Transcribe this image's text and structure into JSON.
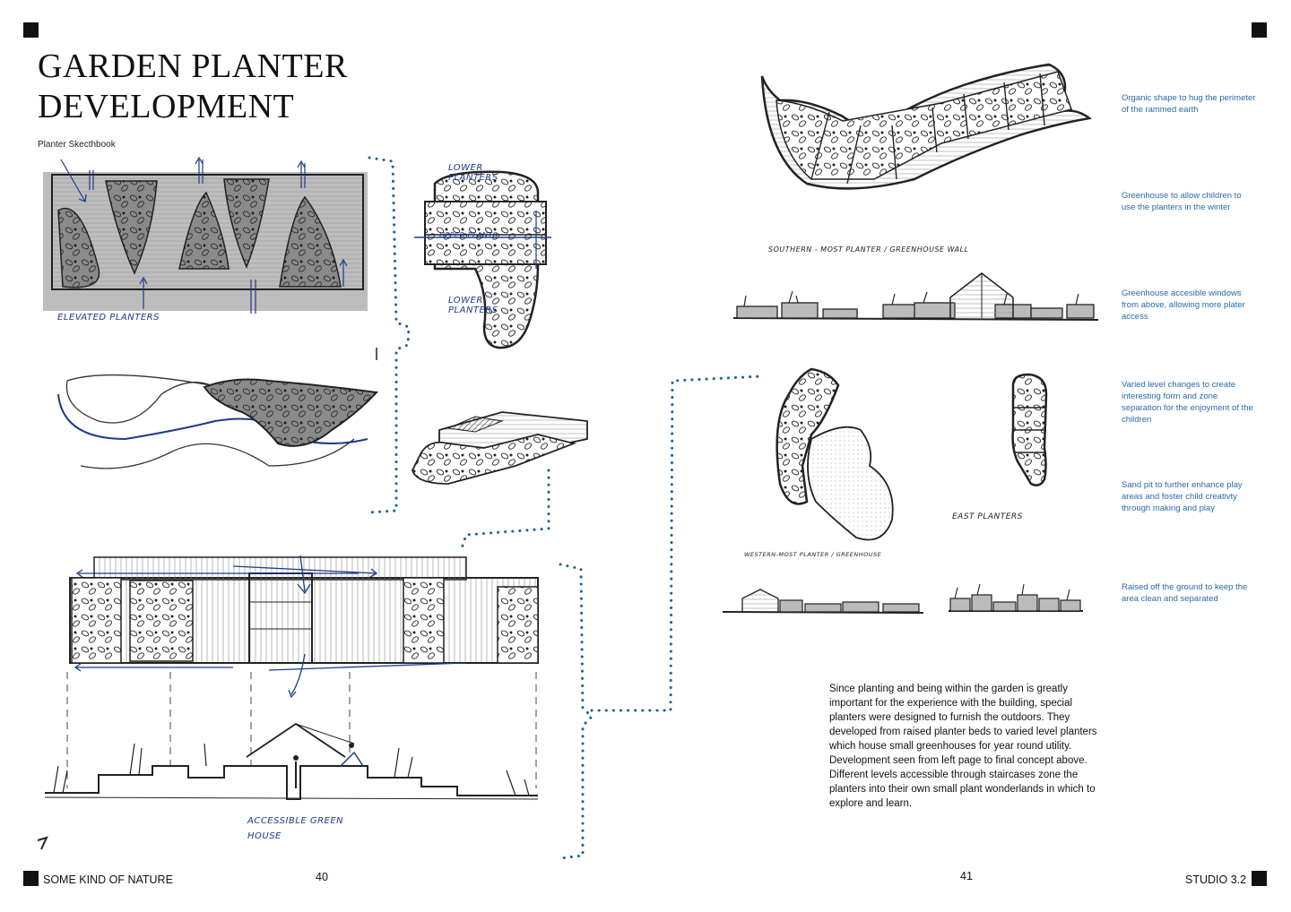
{
  "page": {
    "title_line1": "GARDEN PLANTER",
    "title_line2": "DEVELOPMENT",
    "subtitle": "Planter Skecthbook"
  },
  "sketch_labels": {
    "elevated_planters": "ELEVATED PLANTERS",
    "lower_planters_top": "LOWER PLANTERS",
    "upper_plants": "UPPER PLANTS",
    "lower_planters_bottom": "LOWER PLANTERS",
    "accessible_green_house": "ACCESSIBLE GREEN HOUSE",
    "southern_planter": "SOUTHERN - MOST PLANTER / GREENHOUSE WALL",
    "east_planters": "EAST PLANTERS",
    "western_planter": "WESTERN-MOST PLANTER / GREENHOUSE"
  },
  "annotations": [
    "Organic shape to hug the perimeter of the rammed earth",
    "Greenhouse to allow children to use the planters in the winter",
    "Greenhouse accesible windows from above, allowing more plater access",
    "Varied level changes to create interesting form and zone separation for the enjoyment of the children",
    "Sand pit to further enhance play areas and foster child creativty through making and play",
    "Raised off the ground to keep the area clean and separated"
  ],
  "body_text": {
    "paragraph1": "Since planting and being within the garden is greatly important for the experience with the building, special planters were designed to furnish the outdoors. They developed from raised planter beds to varied level planters which house small greenhouses for year round utility. Development seen from left page to final concept above.",
    "paragraph2": "Different levels accessible through staircases zone the planters into their own small plant wonderlands in which to explore and learn."
  },
  "footer": {
    "left_label": "SOME KIND OF NATURE",
    "left_page_number": "40",
    "right_page_number": "41",
    "right_label": "STUDIO 3.2"
  },
  "colors": {
    "annotation_blue": "#2a6aa8",
    "sketch_blue": "#1c3a8a",
    "dotted_line_blue": "#1f5f96",
    "ink": "#111111"
  }
}
